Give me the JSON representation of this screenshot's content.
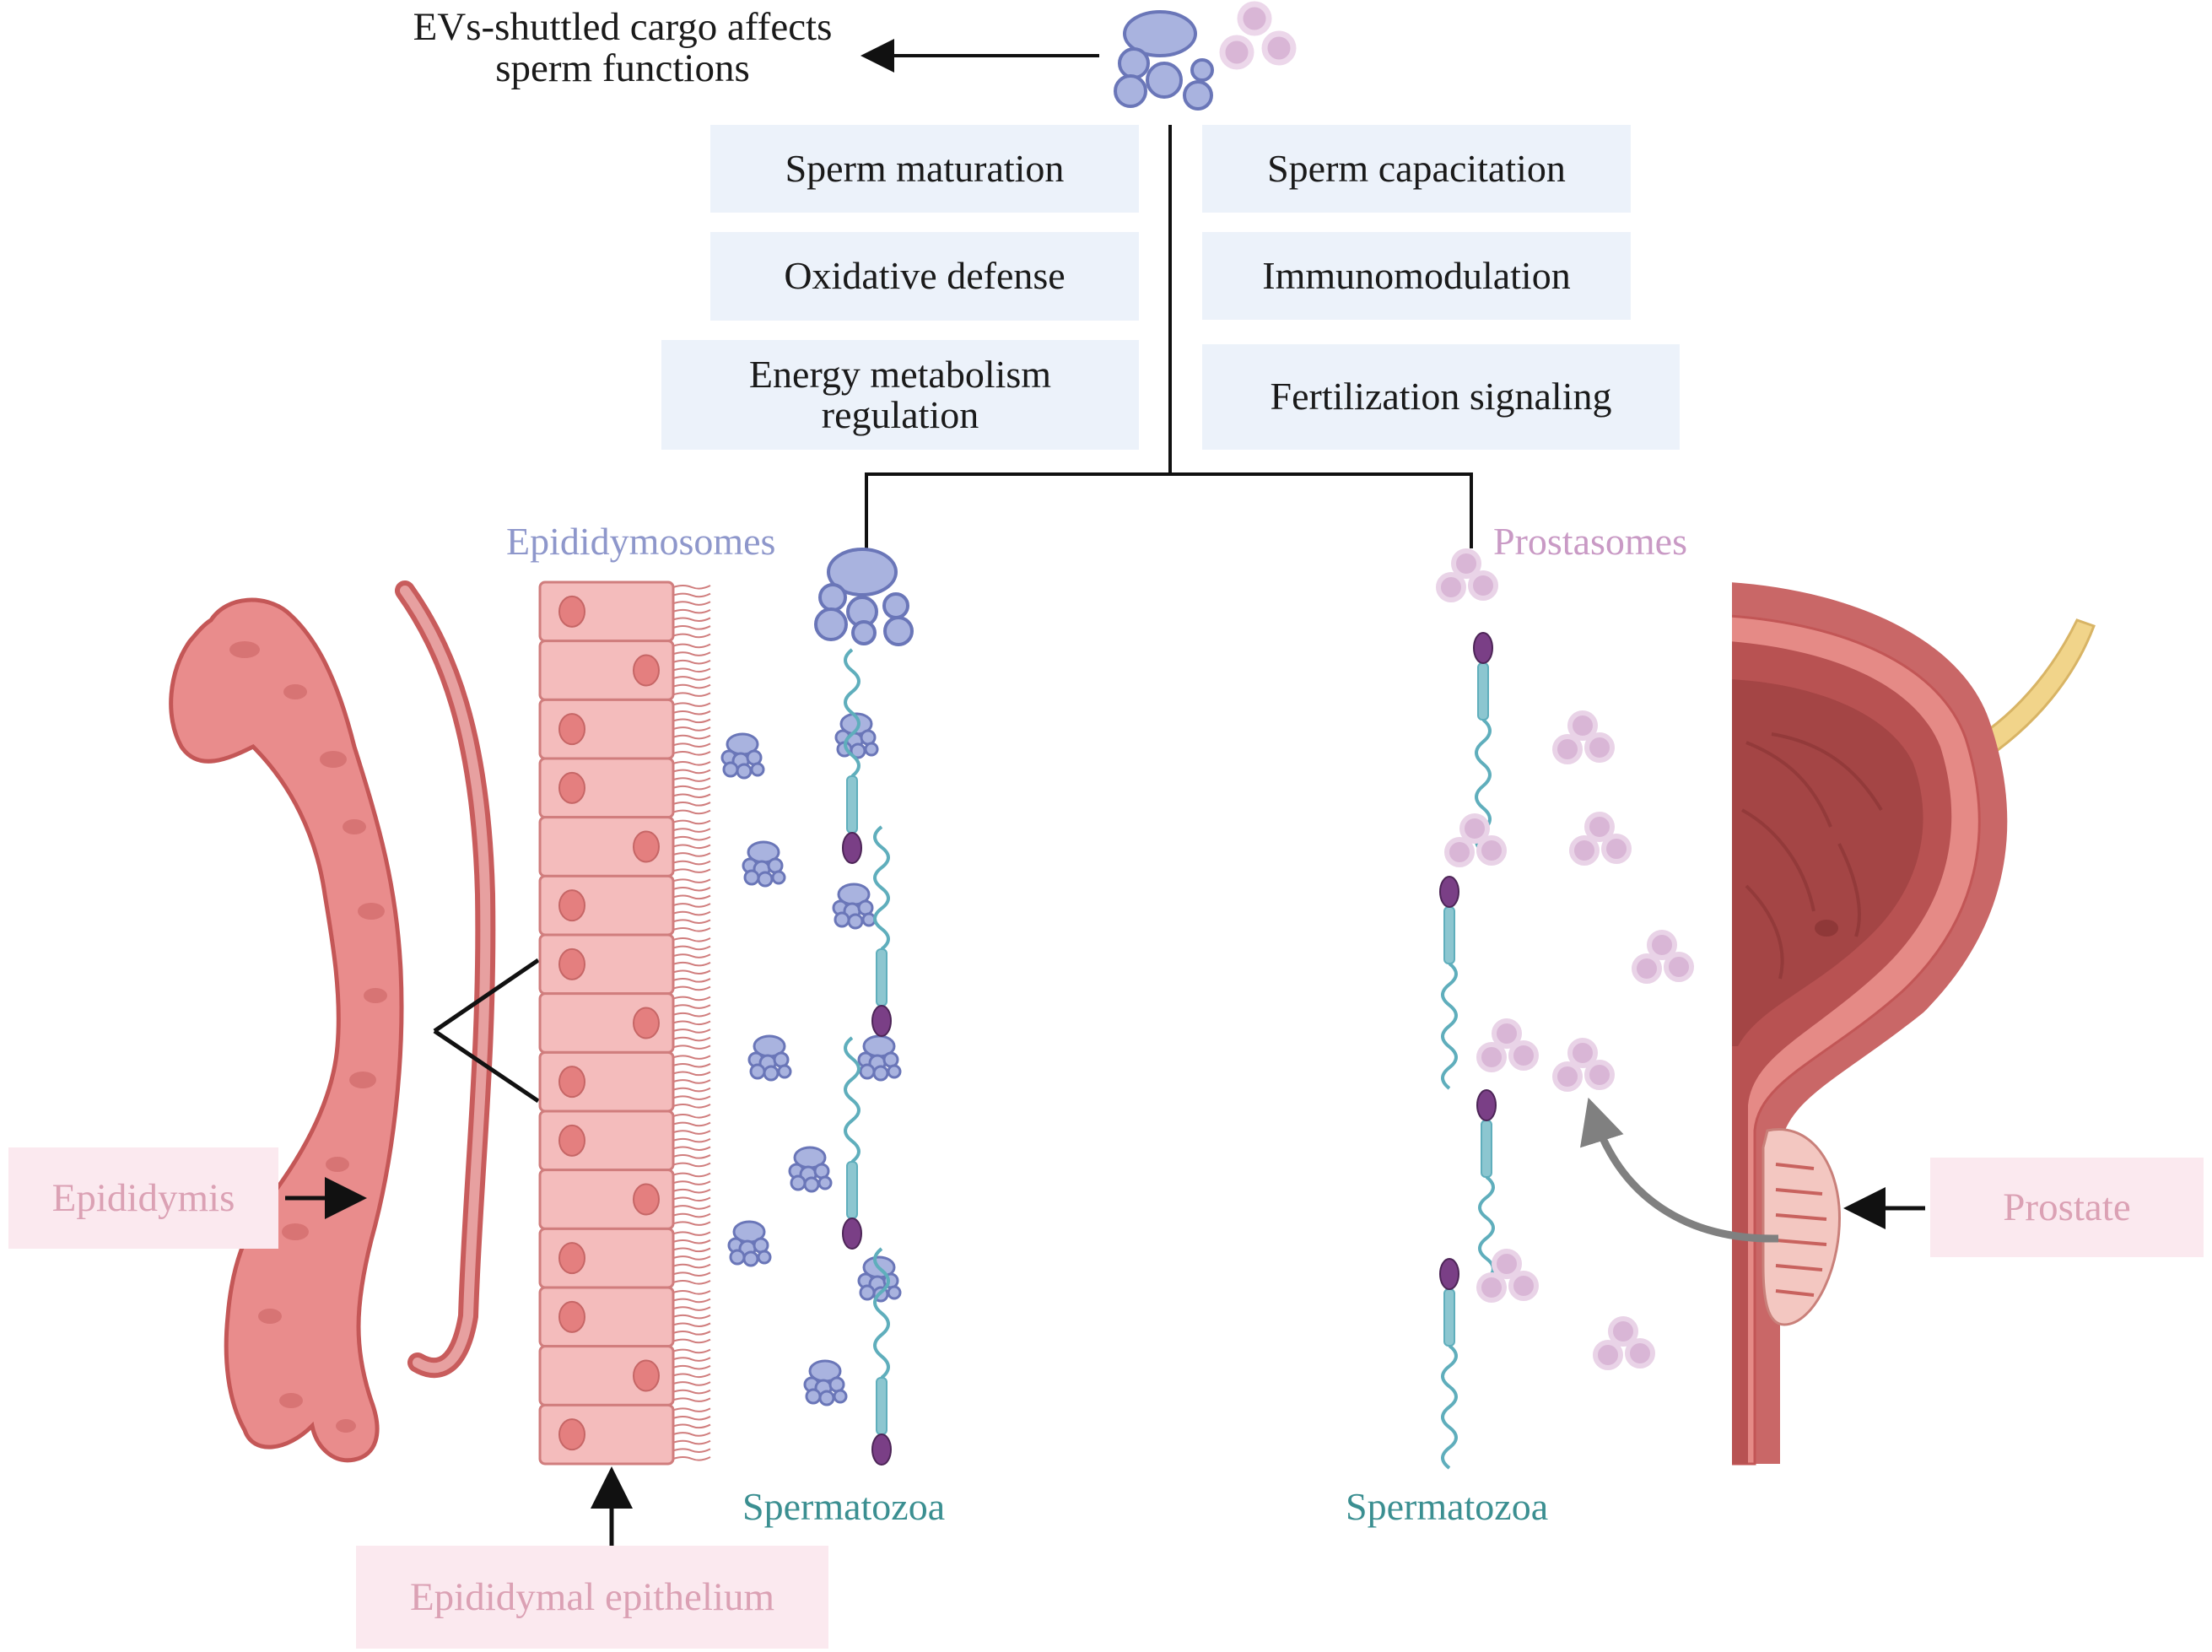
{
  "header": {
    "caption_line1": "EVs-shuttled cargo affects",
    "caption_line2": "sperm functions"
  },
  "functions": {
    "left": [
      {
        "line1": "Sperm maturation",
        "line2": ""
      },
      {
        "line1": "Oxidative defense",
        "line2": ""
      },
      {
        "line1": "Energy metabolism",
        "line2": "regulation"
      }
    ],
    "right": [
      {
        "line1": "Sperm capacitation"
      },
      {
        "line1": "Immunomodulation"
      },
      {
        "line1": "Fertilization signaling"
      }
    ]
  },
  "labels": {
    "epididymosomes": "Epididymosomes",
    "prostasomes": "Prostasomes",
    "spermatozoa_left": "Spermatozoa",
    "spermatozoa_right": "Spermatozoa",
    "epididymis": "Epididymis",
    "epididymal_epithelium": "Epididymal epithelium",
    "prostate": "Prostate"
  },
  "colors": {
    "epididymosome_fill": "#a9b3df",
    "epididymosome_stroke": "#6a76b8",
    "prostasome_fill": "#d9b6d6",
    "prostasome_stroke": "#e9d3e7",
    "label_blue": "#8e97cb",
    "label_pink": "#c99ac5",
    "label_teal": "#3b8f91",
    "label_rose": "#dba1b4",
    "box_fill": "#ecf2fa",
    "pink_box_fill": "#fbe9ef",
    "tissue": "#e98c8c",
    "sperm_head": "#7a3f86",
    "sperm_tail": "#5faebc"
  }
}
